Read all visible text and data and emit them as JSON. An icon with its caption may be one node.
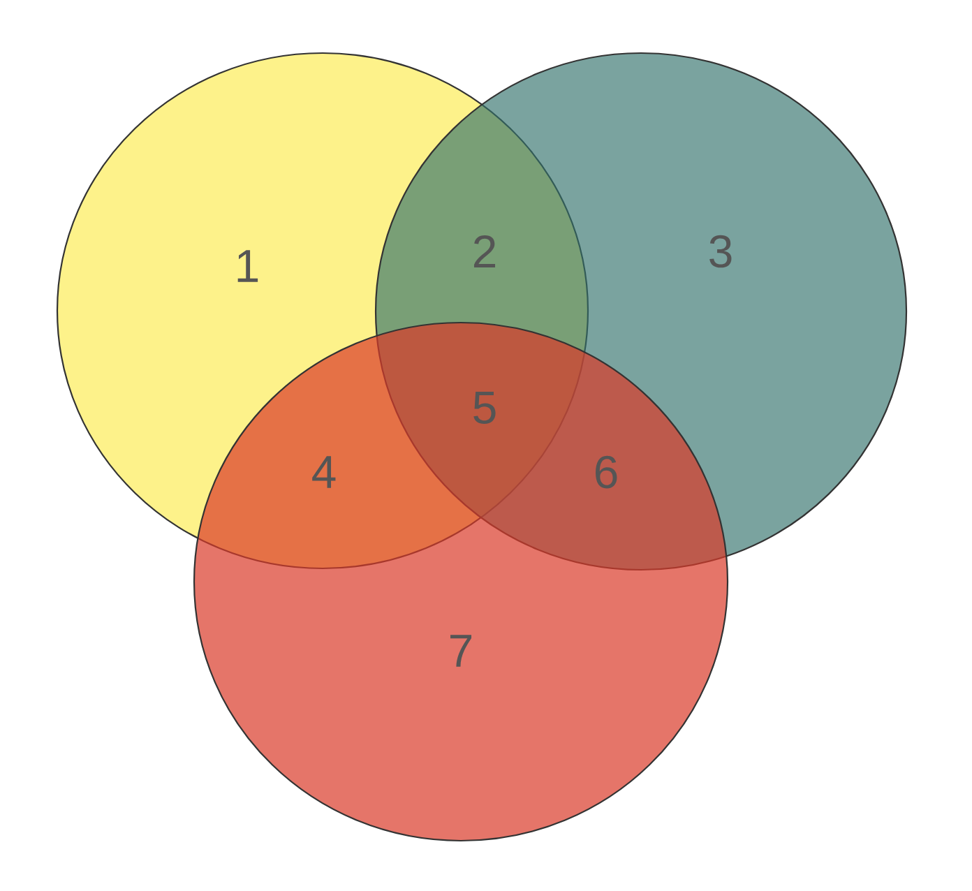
{
  "diagram": {
    "nodes": [
      {
        "text": [],
        "shape": "circle"
      },
      {
        "text": [],
        "shape": "circle"
      },
      {
        "text": [],
        "shape": "circle"
      }
    ],
    "labels": [
      "1",
      "2",
      "3",
      "5",
      "4",
      "6",
      "7"
    ]
  }
}
